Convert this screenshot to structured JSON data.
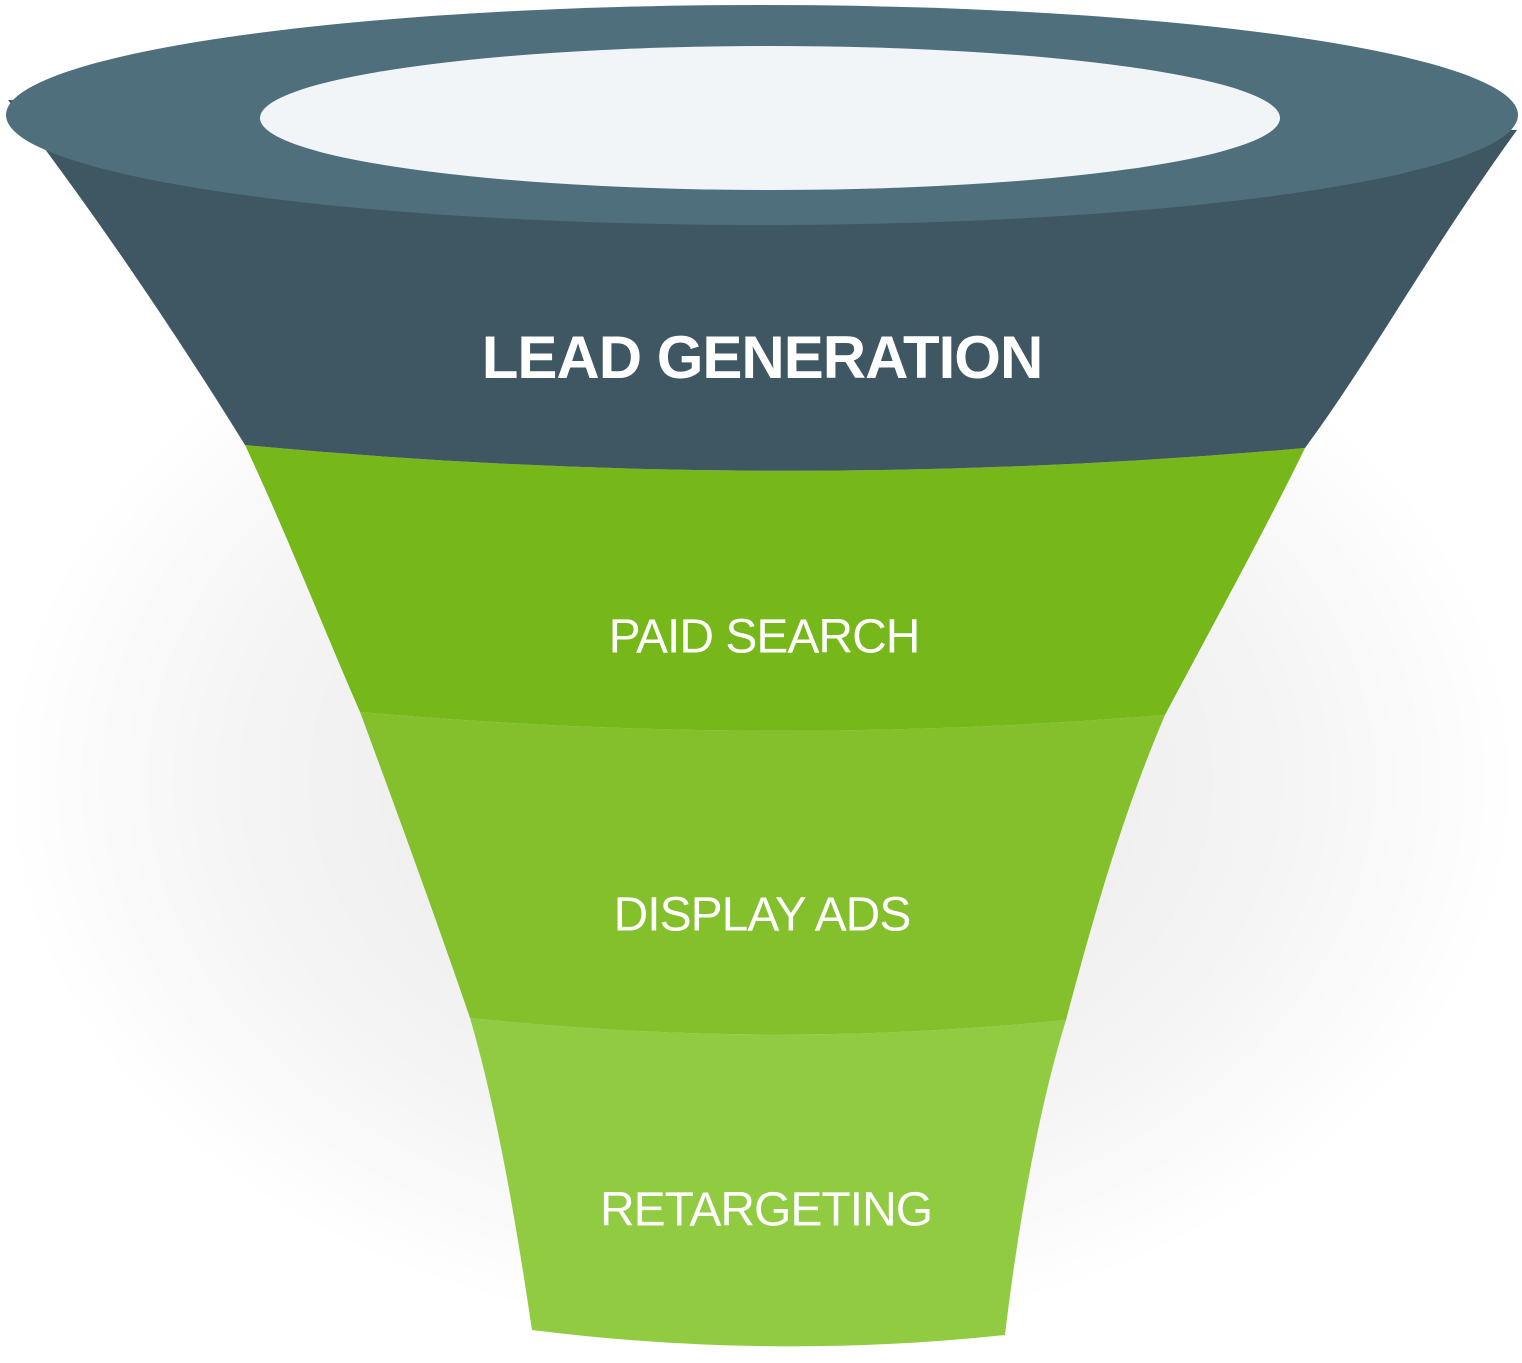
{
  "funnel": {
    "stages": [
      {
        "label": "LEAD GENERATION"
      },
      {
        "label": "PAID SEARCH"
      },
      {
        "label": "DISPLAY ADS"
      },
      {
        "label": "RETARGETING"
      }
    ]
  },
  "colors": {
    "rim_outer": "#4e6f7b",
    "rim_inner": "#f1f5f8",
    "lead_generation": "#3f5663",
    "paid_search": "#76b71a",
    "display_ads": "#83c02b",
    "retargeting": "#91cb41",
    "label": "#ffffff"
  }
}
